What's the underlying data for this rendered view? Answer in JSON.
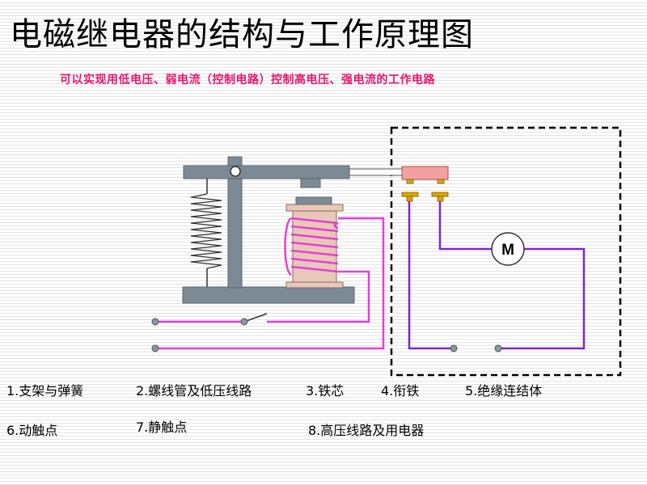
{
  "title": "电磁继电器的结构与工作原理图",
  "subtitle": "可以实现用低电压、弱电流（控制电路）控制高电压、强电流的工作电路",
  "motor_label": "M",
  "legend": [
    "1.支架与弹簧",
    "2.螺线管及低压线路",
    "3.铁芯",
    "4.衔铁",
    "5.绝缘连结体",
    "6.动触点",
    "7.静触点",
    "8.高压线路及用电器"
  ],
  "colors": {
    "frame": "#7c8a96",
    "coil": "#e83ed8",
    "core": "#e8c8b8",
    "insulator": "#f4a0a0",
    "contact": "#d6a800",
    "high_voltage": "#7a28c8",
    "low_voltage": "#e83ed8",
    "subtitle": "#e8156b"
  }
}
